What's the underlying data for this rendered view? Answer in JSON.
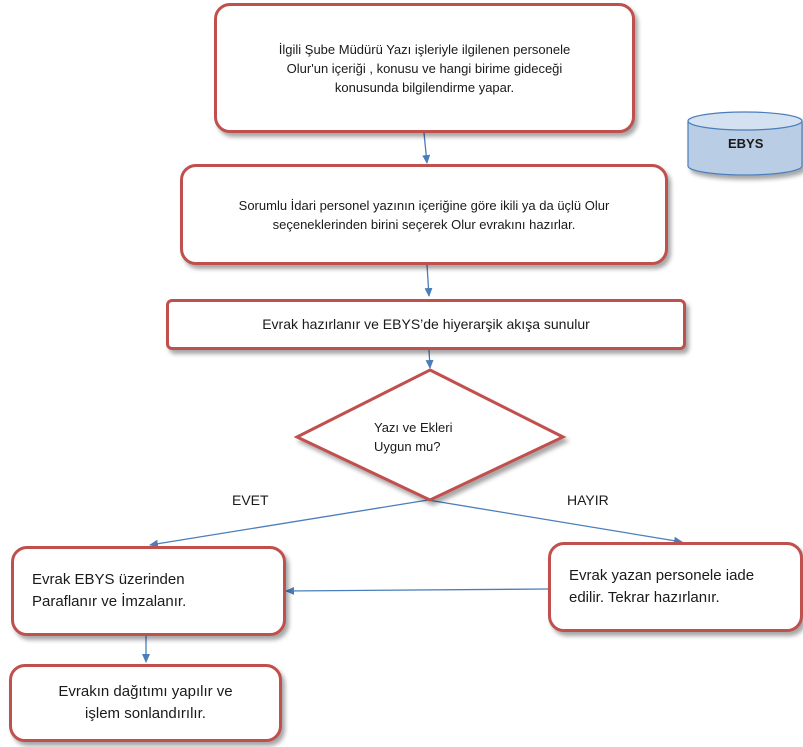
{
  "nodes": {
    "inform": "İlgili Şube Müdürü Yazı işleriyle ilgilenen personele\nOlur'un içeriği , konusu ve hangi birime gideceği\nkonusunda bilgilendirme yapar.",
    "prepare": "Sorumlu İdari personel yazının içeriğine göre ikili ya da üçlü Olur\nseçeneklerinden birini seçerek Olur evrakını hazırlar.",
    "submit": "Evrak hazırlanır ve EBYS’de hiyerarşik akışa sunulur",
    "decision": "Yazı ve Ekleri\nUygun mu?",
    "sign": "Evrak EBYS üzerinden\nParaflanır ve İmzalanır.",
    "return": "Evrak yazan personele iade\nedilir. Tekrar hazırlanır.",
    "distribute": "Evrakın dağıtımı yapılır ve\nişlem sonlandırılır.",
    "database": "EBYS"
  },
  "edge_labels": {
    "yes": "EVET",
    "no": "HAYIR"
  },
  "colors": {
    "border": "#c0504d",
    "arrow": "#4a7ebb",
    "db_fill": "#b9cde5",
    "db_stroke": "#4a7ebb"
  }
}
